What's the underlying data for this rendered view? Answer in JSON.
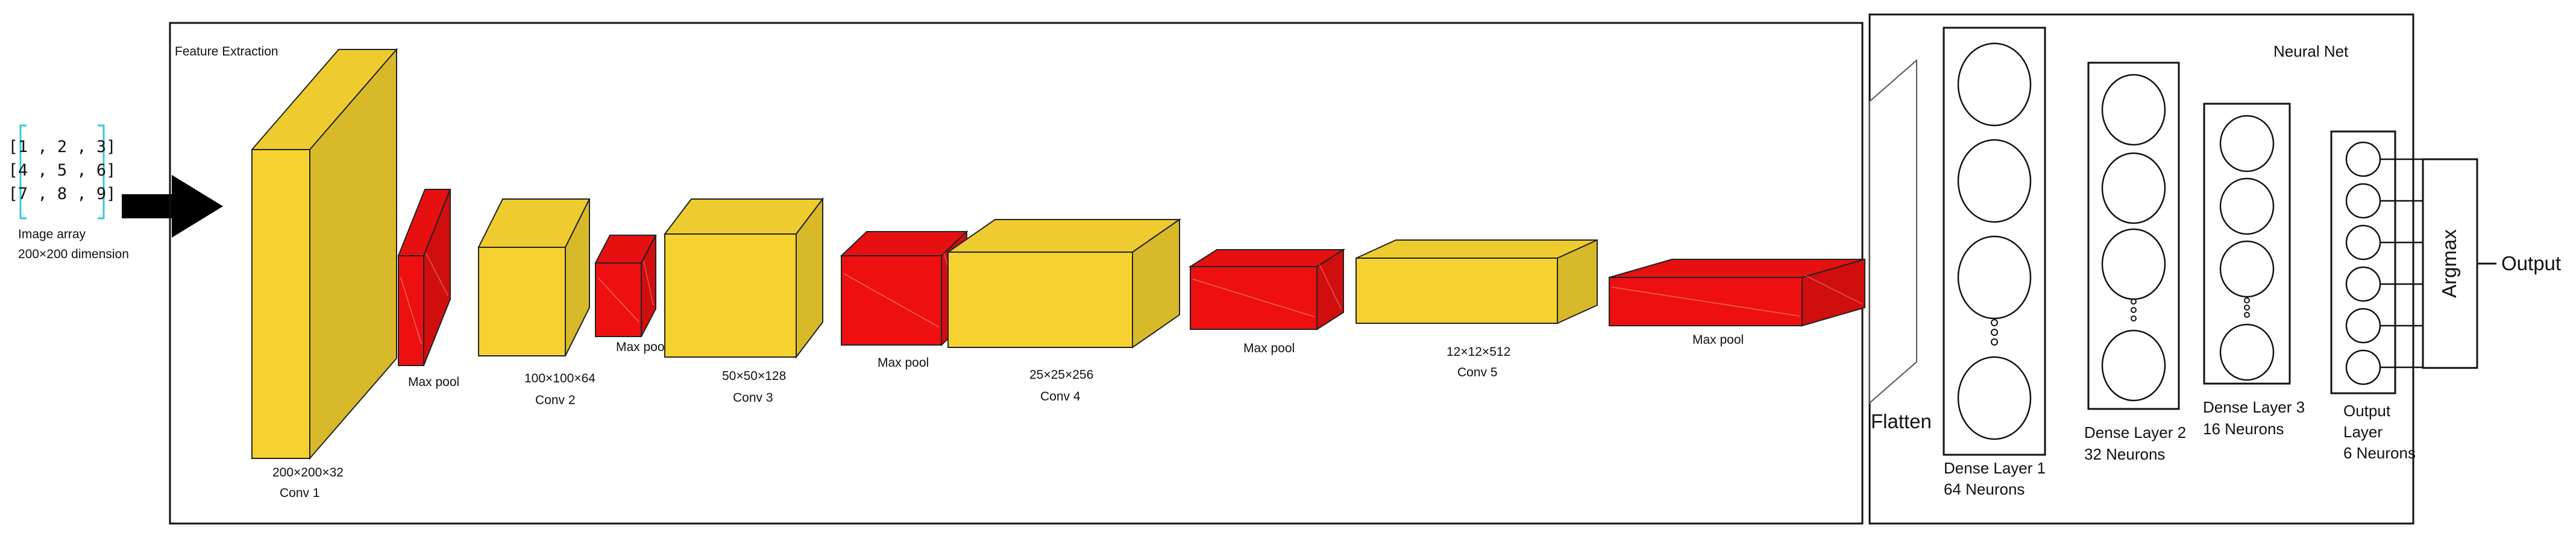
{
  "colors": {
    "conv": "#F5D230",
    "pool": "#EE1010",
    "stroke": "#222222",
    "bracket": "#35C8D8",
    "arrow": "#000000",
    "neuron": "#ffffff"
  },
  "input": {
    "matrix_rows": [
      "[1 , 2 , 3]",
      "[4 , 5 , 6]",
      "[7 , 8 , 9]"
    ],
    "label_line1": "Image array",
    "label_line2": "200×200 dimension"
  },
  "feature_extraction": {
    "title": "Feature Extraction",
    "layers": [
      {
        "kind": "conv",
        "dims": "200×200×32",
        "name": "Conv 1"
      },
      {
        "kind": "pool",
        "dims": "",
        "name": "Max pool"
      },
      {
        "kind": "conv",
        "dims": "100×100×64",
        "name": "Conv 2"
      },
      {
        "kind": "pool",
        "dims": "",
        "name": "Max pool"
      },
      {
        "kind": "conv",
        "dims": "50×50×128",
        "name": "Conv 3"
      },
      {
        "kind": "pool",
        "dims": "",
        "name": "Max pool"
      },
      {
        "kind": "conv",
        "dims": "25×25×256",
        "name": "Conv 4"
      },
      {
        "kind": "pool",
        "dims": "",
        "name": "Max pool"
      },
      {
        "kind": "conv",
        "dims": "12×12×512",
        "name": "Conv 5"
      },
      {
        "kind": "pool",
        "dims": "",
        "name": "Max pool"
      }
    ]
  },
  "neural_net": {
    "title": "Neural Net",
    "flatten_label": "Flatten",
    "dense_layers": [
      {
        "name": "Dense Layer 1",
        "neurons_label": "64 Neurons"
      },
      {
        "name": "Dense Layer 2",
        "neurons_label": "32 Neurons"
      },
      {
        "name": "Dense Layer 3",
        "neurons_label": "16 Neurons"
      }
    ],
    "output_layer": {
      "line1": "Output",
      "line2": "Layer",
      "line3": "6 Neurons",
      "neuron_count": 6
    },
    "argmax_label": "Argmax",
    "output_label": "Output"
  }
}
